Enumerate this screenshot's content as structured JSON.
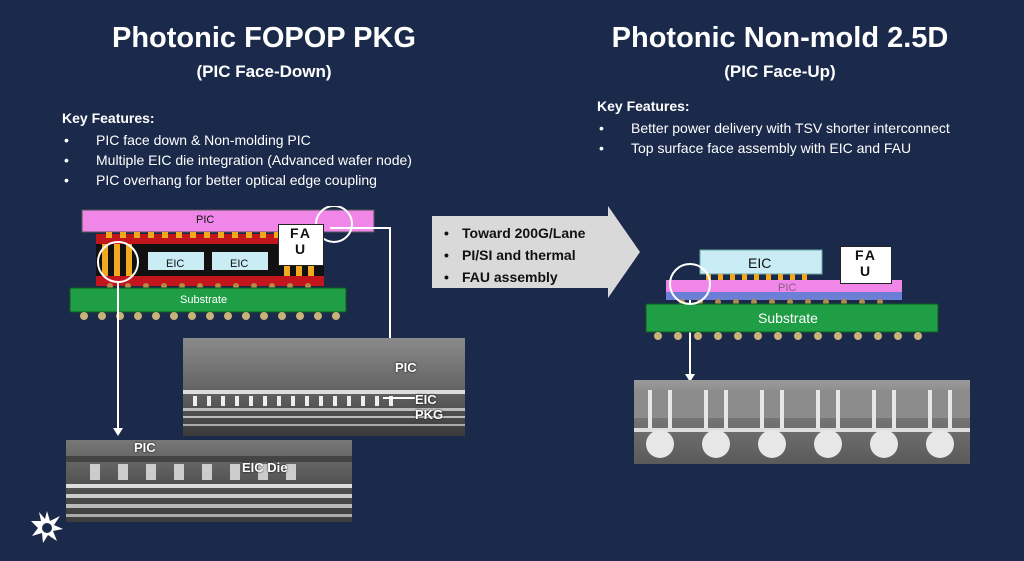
{
  "left": {
    "title": "Photonic FOPOP PKG",
    "subtitle": "(PIC Face-Down)",
    "kf_heading": "Key Features:",
    "features": [
      "PIC face down & Non-molding PIC",
      "Multiple EIC die integration (Advanced wafer node)",
      "PIC overhang for better optical edge coupling"
    ],
    "diagram": {
      "pic": "PIC",
      "eic1": "EIC",
      "eic2": "EIC",
      "substrate": "Substrate",
      "fau": "FA\nU"
    },
    "xsec_top": {
      "pic": "PIC",
      "eic_pkg": "EIC PKG"
    },
    "xsec_bottom": {
      "pic": "PIC",
      "eic_die": "EIC Die"
    }
  },
  "middle": {
    "items": [
      "Toward 200G/Lane",
      "PI/SI and thermal",
      "FAU assembly"
    ]
  },
  "right": {
    "title": "Photonic Non-mold 2.5D",
    "subtitle": "(PIC Face-Up)",
    "kf_heading": "Key Features:",
    "features": [
      "Better power delivery with TSV shorter interconnect",
      "Top surface face assembly with EIC and FAU"
    ],
    "diagram": {
      "eic": "EIC",
      "pic": "PIC",
      "substrate": "Substrate",
      "fau": "FA\nU"
    }
  },
  "colors": {
    "background": "#1b2a4a",
    "pic": "#ef86e8",
    "substrate": "#1f9e46",
    "eic": "#c9ecf5",
    "bump": "#f2a91e",
    "underfill": "#c3161c"
  },
  "logo_icon": "starburst-logo-icon"
}
